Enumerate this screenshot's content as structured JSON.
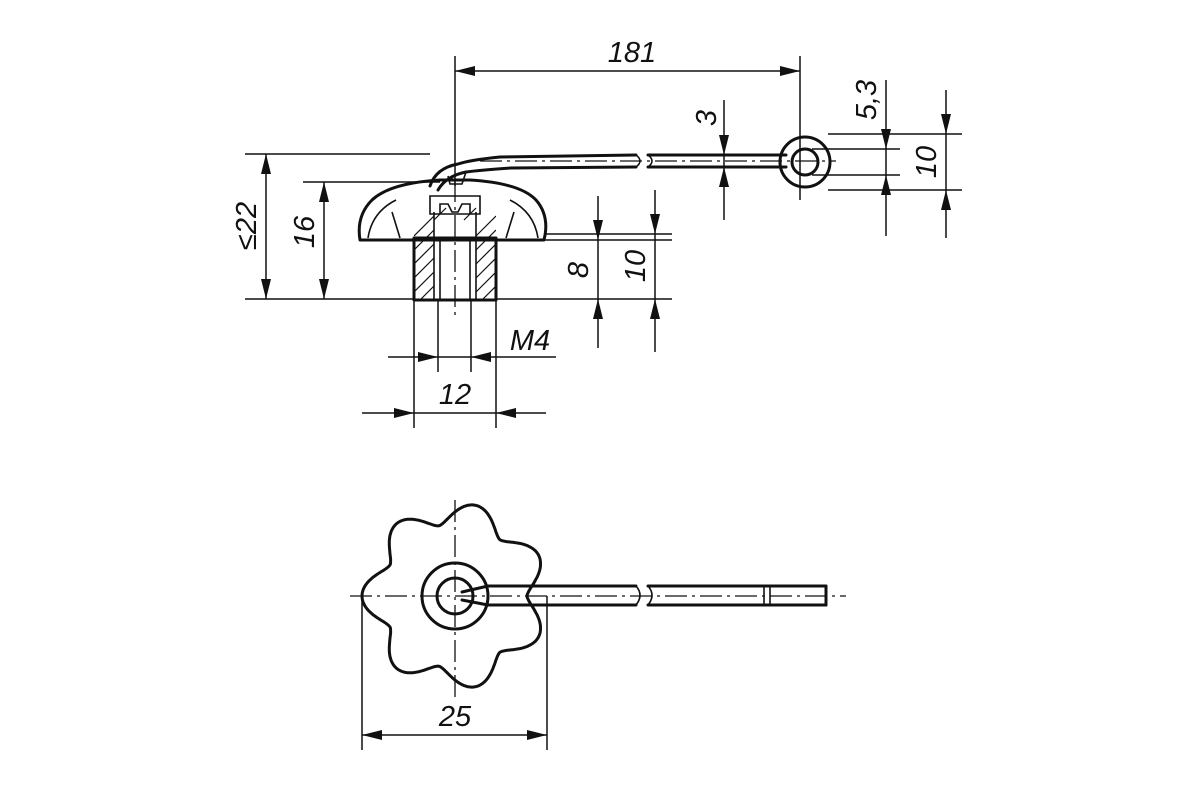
{
  "dimensions": {
    "overall_length": "181",
    "wire_diameter": "3",
    "eyelet_hole": "5,3",
    "eyelet_outer": "10",
    "max_height": "≤22",
    "knob_height": "16",
    "thread_depth": "8",
    "hub_height": "10",
    "thread": "M4",
    "hub_diameter": "12",
    "knob_diameter": "25"
  }
}
